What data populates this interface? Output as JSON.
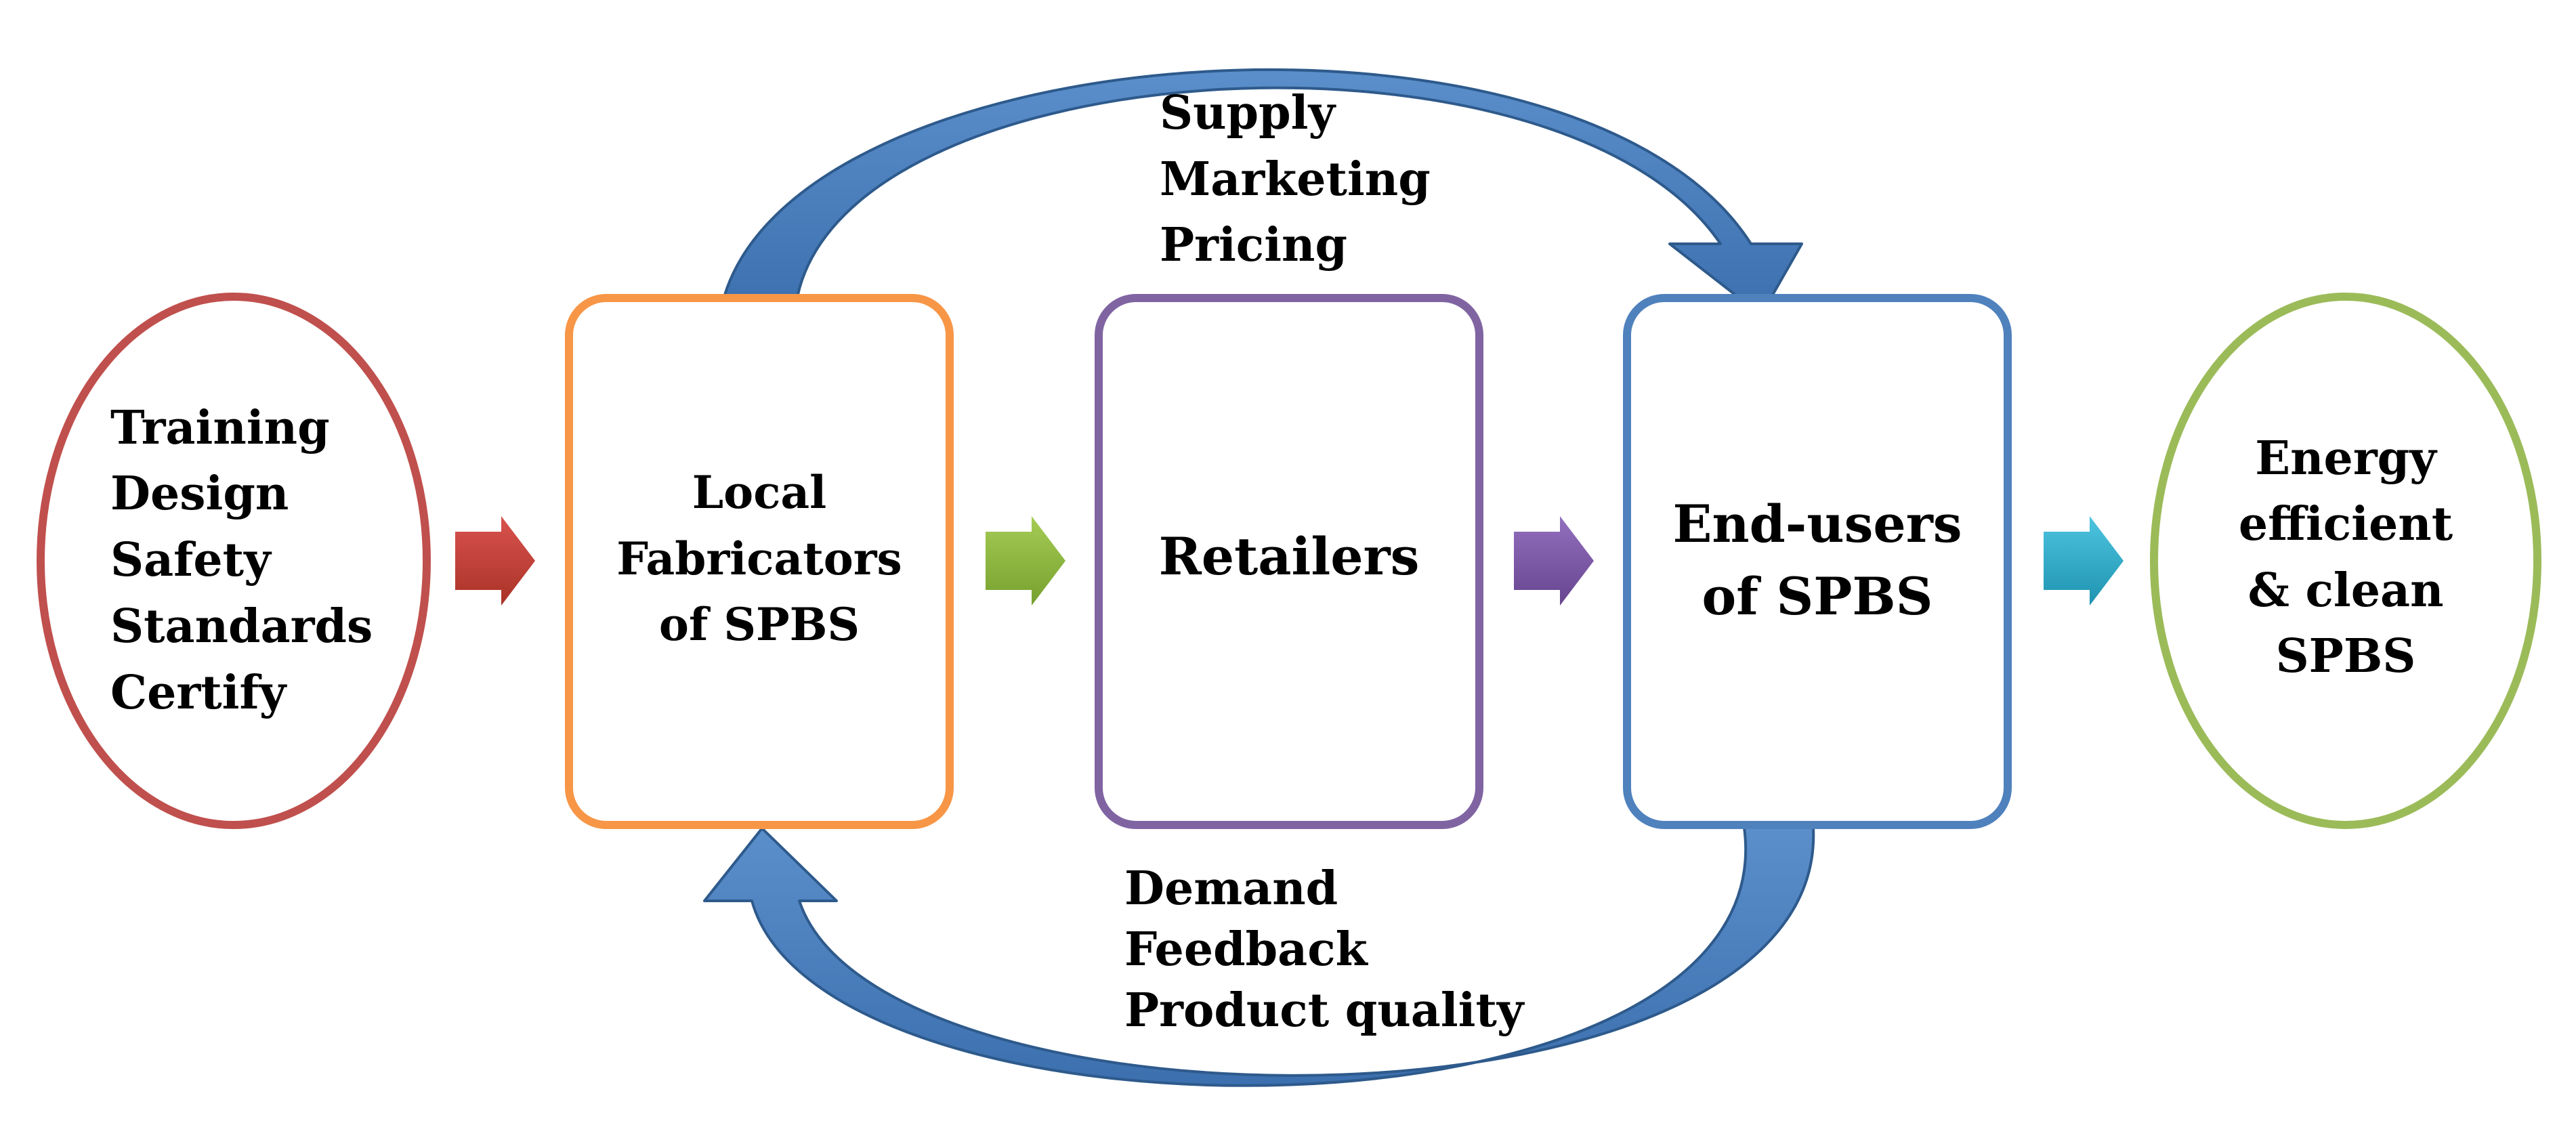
{
  "colors": {
    "training_ellipse": "#C0504D",
    "fabricators_box": "#F79646",
    "retailers_box": "#8064A2",
    "endusers_box": "#4F81BD",
    "output_ellipse": "#9BBB59",
    "flow_arrow": "#4A7EBB",
    "flow_arrow_edge": "#2E5A8C",
    "arrow_1": "#C0392B",
    "arrow_2": "#8DB53C",
    "arrow_3": "#7E57A6",
    "arrow_4": "#2EABC9",
    "text": "#000000"
  },
  "nodes": {
    "inputs": {
      "lines": [
        "Training",
        "Design",
        "Safety",
        "Standards",
        "Certify"
      ]
    },
    "fabricators": {
      "lines": [
        "Local",
        "Fabricators",
        "of SPBS"
      ]
    },
    "retailers": {
      "lines": [
        "Retailers"
      ]
    },
    "end_users": {
      "lines": [
        "End-users",
        "of SPBS"
      ]
    },
    "output": {
      "lines": [
        "Energy",
        "efficient",
        "& clean",
        "SPBS"
      ]
    }
  },
  "flows": {
    "top": {
      "lines": [
        "Supply",
        "Marketing",
        "Pricing"
      ]
    },
    "bottom": {
      "lines": [
        "Demand",
        "Feedback",
        "Product quality"
      ]
    }
  }
}
